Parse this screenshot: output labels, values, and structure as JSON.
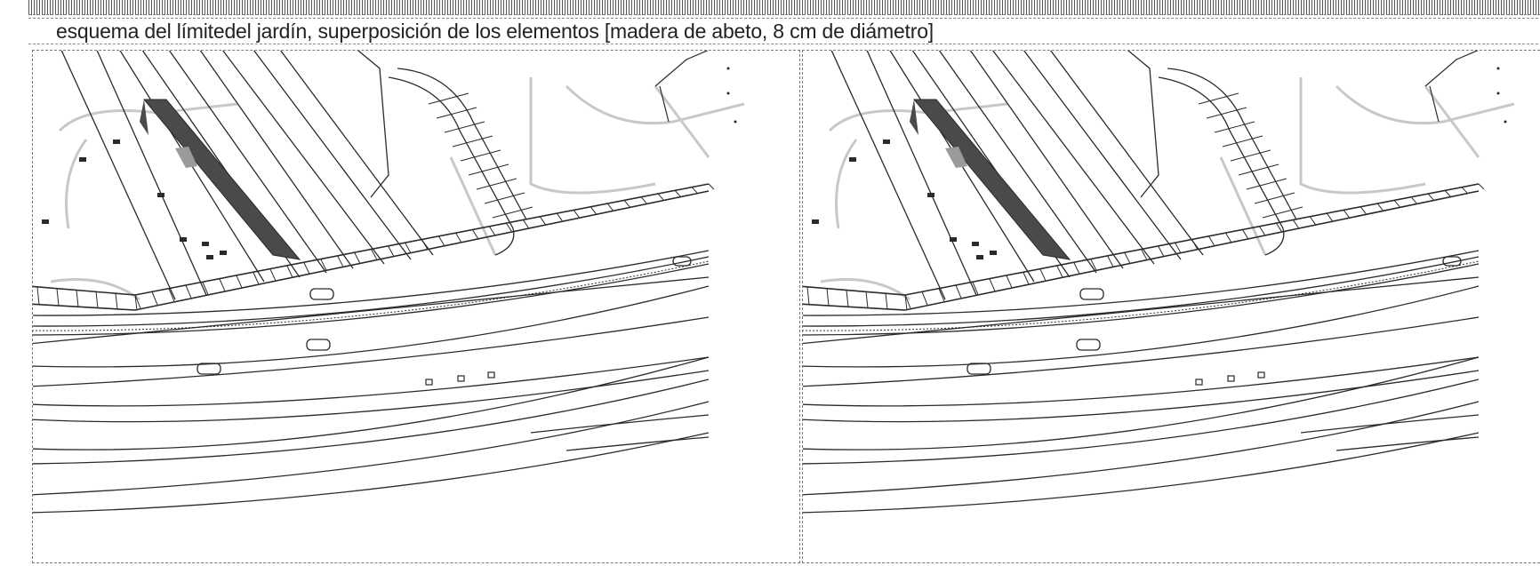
{
  "caption": "esquema del límitedel jardín, superposición de los elementos [madera de abeto, 8 cm de diámetro]",
  "panels": [
    {
      "id": "left"
    },
    {
      "id": "right"
    }
  ],
  "colors": {
    "line": "#2a2a2a",
    "dark_fill": "#4a4a4a",
    "grey_fill": "#9a9a9a",
    "light_line": "#c8c8c8"
  }
}
